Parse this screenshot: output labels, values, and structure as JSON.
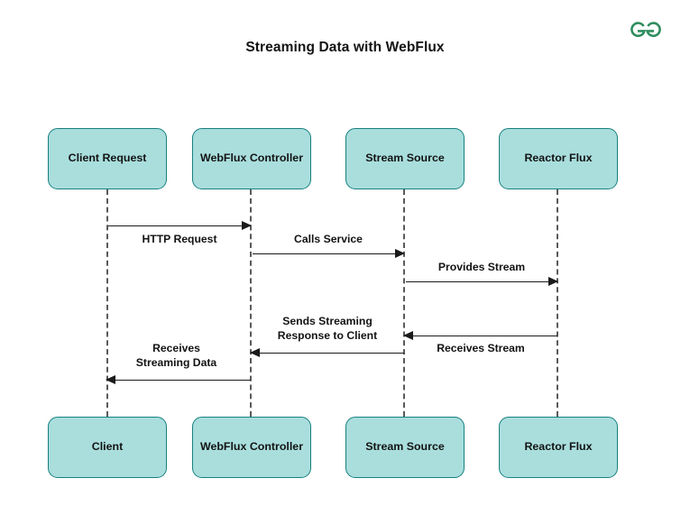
{
  "page": {
    "title": "Streaming Data with WebFlux",
    "background_color": "#ffffff"
  },
  "brand": {
    "logo_name": "geeksforgeeks-logo",
    "logo_color": "#2f8d5e"
  },
  "colors": {
    "box_fill": "#a9dedd",
    "box_border": "#17807f",
    "arrow": "#1a1a1a",
    "lifeline": "#5a5a5a",
    "text": "#131313"
  },
  "diagram": {
    "type": "sequence-diagram",
    "participants": [
      {
        "id": "client",
        "header_label": "Client\nRequest",
        "footer_label": "Client"
      },
      {
        "id": "controller",
        "header_label": "WebFlux\nController",
        "footer_label": "WebFlux\nController"
      },
      {
        "id": "source",
        "header_label": "Stream\nSource",
        "footer_label": "Stream\nSource"
      },
      {
        "id": "flux",
        "header_label": "Reactor\nFlux",
        "footer_label": "Reactor\nFlux"
      }
    ],
    "messages": [
      {
        "id": "http-request",
        "label": "HTTP Request",
        "from": "client",
        "to": "controller",
        "direction": "right",
        "label_position": "below"
      },
      {
        "id": "calls-service",
        "label": "Calls Service",
        "from": "controller",
        "to": "source",
        "direction": "right",
        "label_position": "above"
      },
      {
        "id": "provides-stream",
        "label": "Provides Stream",
        "from": "source",
        "to": "flux",
        "direction": "right",
        "label_position": "above"
      },
      {
        "id": "receives-stream",
        "label": "Receives Stream",
        "from": "flux",
        "to": "source",
        "direction": "left",
        "label_position": "below"
      },
      {
        "id": "sends-response",
        "label": "Sends Streaming\nResponse to Client",
        "from": "source",
        "to": "controller",
        "direction": "left",
        "label_position": "above"
      },
      {
        "id": "receives-data",
        "label": "Receives\nStreaming Data",
        "from": "controller",
        "to": "client",
        "direction": "left",
        "label_position": "above"
      }
    ]
  }
}
